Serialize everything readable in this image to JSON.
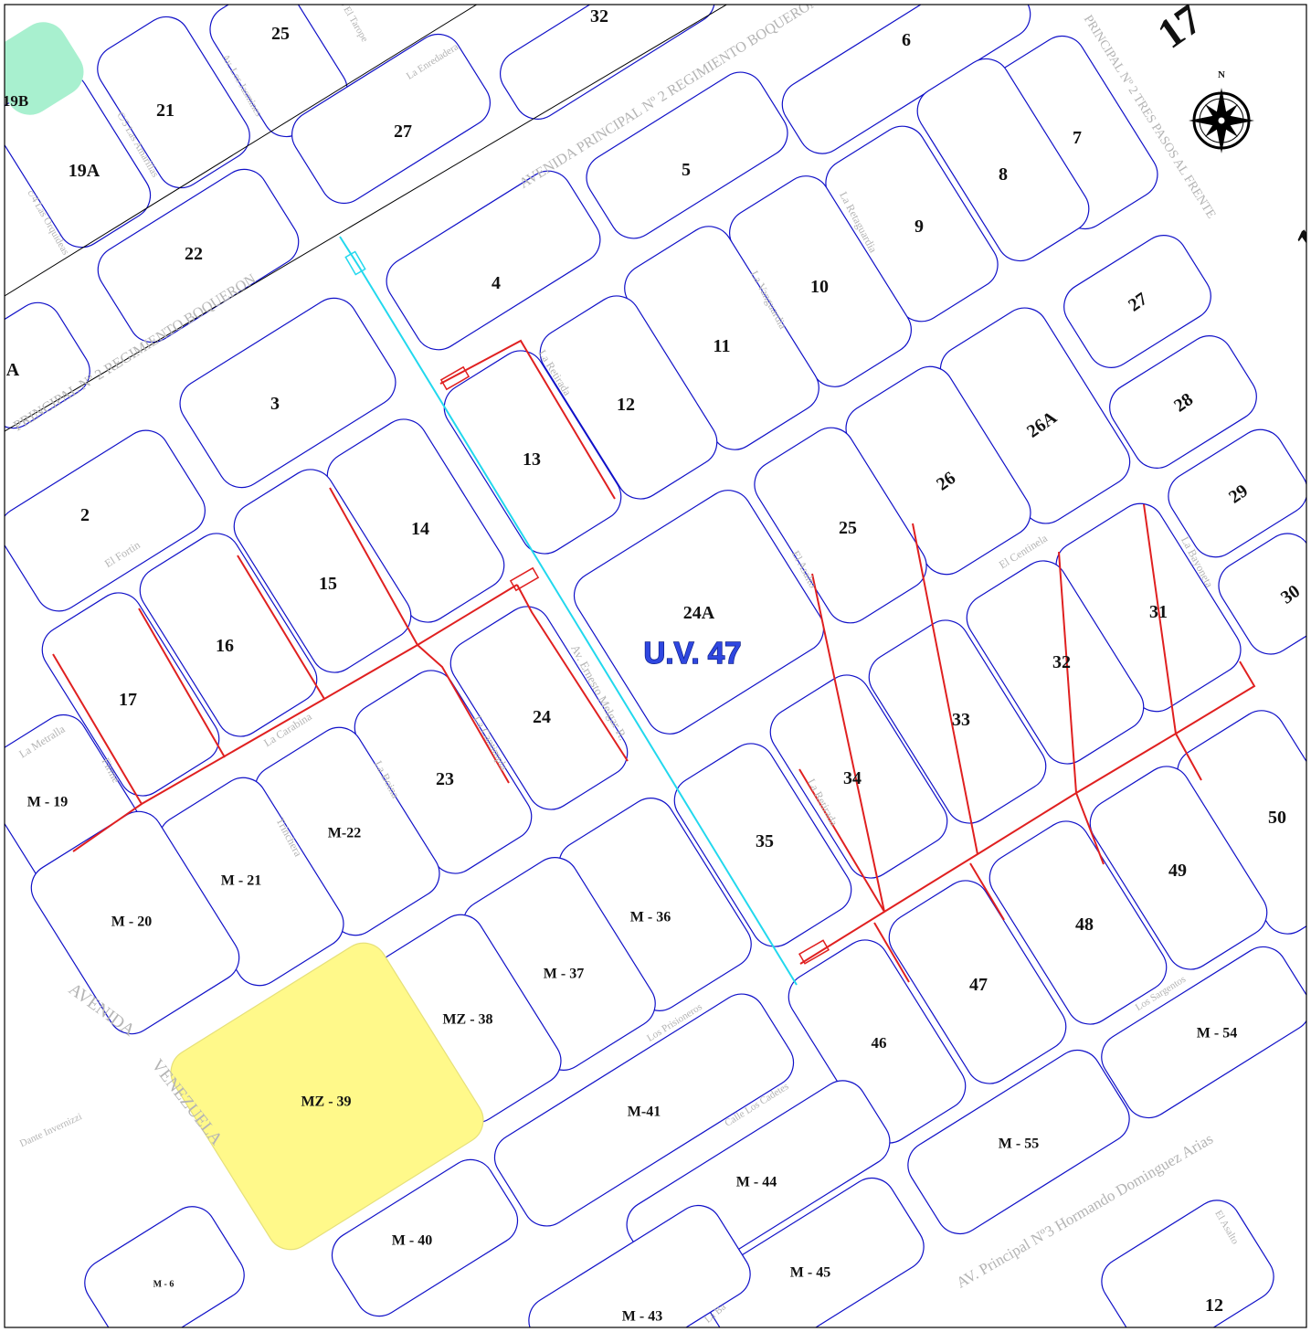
{
  "zone": "U.V. 47",
  "unit_number": "17",
  "compass_label": "N",
  "colors": {
    "block_stroke": "#1010c8",
    "network": "#e02020",
    "trunk": "#22d8ee",
    "highlight_yellow": "#fff98a",
    "highlight_green": "#a8f0cf"
  },
  "blocks": [
    {
      "label": "25"
    },
    {
      "label": "21"
    },
    {
      "label": "19A"
    },
    {
      "label": "19B"
    },
    {
      "label": "22"
    },
    {
      "label": "27"
    },
    {
      "label": "32"
    },
    {
      "label": "6"
    },
    {
      "label": "5"
    },
    {
      "label": "4"
    },
    {
      "label": "7"
    },
    {
      "label": "8"
    },
    {
      "label": "9"
    },
    {
      "label": "10"
    },
    {
      "label": "11"
    },
    {
      "label": "12"
    },
    {
      "label": "13"
    },
    {
      "label": "3"
    },
    {
      "label": "2"
    },
    {
      "label": "A"
    },
    {
      "label": "27"
    },
    {
      "label": "28"
    },
    {
      "label": "26A"
    },
    {
      "label": "26"
    },
    {
      "label": "29"
    },
    {
      "label": "25"
    },
    {
      "label": "24A"
    },
    {
      "label": "14"
    },
    {
      "label": "15"
    },
    {
      "label": "16"
    },
    {
      "label": "17"
    },
    {
      "label": "24"
    },
    {
      "label": "23"
    },
    {
      "label": "31"
    },
    {
      "label": "30"
    },
    {
      "label": "32"
    },
    {
      "label": "33"
    },
    {
      "label": "34"
    },
    {
      "label": "35"
    },
    {
      "label": "50"
    },
    {
      "label": "49"
    },
    {
      "label": "48"
    },
    {
      "label": "47"
    },
    {
      "label": "46"
    },
    {
      "label": "M - 19"
    },
    {
      "label": "M-22"
    },
    {
      "label": "M - 21"
    },
    {
      "label": "M - 20"
    },
    {
      "label": "M - 36"
    },
    {
      "label": "M - 37"
    },
    {
      "label": "MZ - 38"
    },
    {
      "label": "MZ - 39"
    },
    {
      "label": "M-41"
    },
    {
      "label": "M - 44"
    },
    {
      "label": "M - 40"
    },
    {
      "label": "M - 45"
    },
    {
      "label": "M - 43"
    },
    {
      "label": "M - 54"
    },
    {
      "label": "M - 55"
    },
    {
      "label": "12"
    },
    {
      "label": "M - 6"
    }
  ],
  "streets": [
    "AVENIDA PRINCIPAL Nº 2 REGIMIENTO BOQUERON",
    "PRINCIPAL Nº 2 REGIMIENTO BOQUERON",
    "PRINCIPAL Nº 2 TRES PASOS AL FRENTE",
    "La Enredadera",
    "Av. Los Jasmines",
    "C/5 Las Amarillas",
    "c/4 Las Orquideas",
    "C/6 El Tarope",
    "La Retirada",
    "La Vanguardia",
    "La Retaguardia",
    "El Fortin",
    "La Metralla",
    "Firme",
    "La Carabina",
    "La Boina",
    "Trinchera",
    "La Cantimpla",
    "Av. Ernesto Melgar R.",
    "El Asalto",
    "El Centinela",
    "La Bayoneta",
    "La Retirada",
    "Los Sargentos",
    "Los Prisioneros",
    "Calle Los Cadetes",
    "AVENIDA",
    "VENEZUELA",
    "Dante Invernizzi",
    "AV. Principal Nº3  Hormando Dominguez Arias",
    "El Asalto",
    "La Ba"
  ]
}
